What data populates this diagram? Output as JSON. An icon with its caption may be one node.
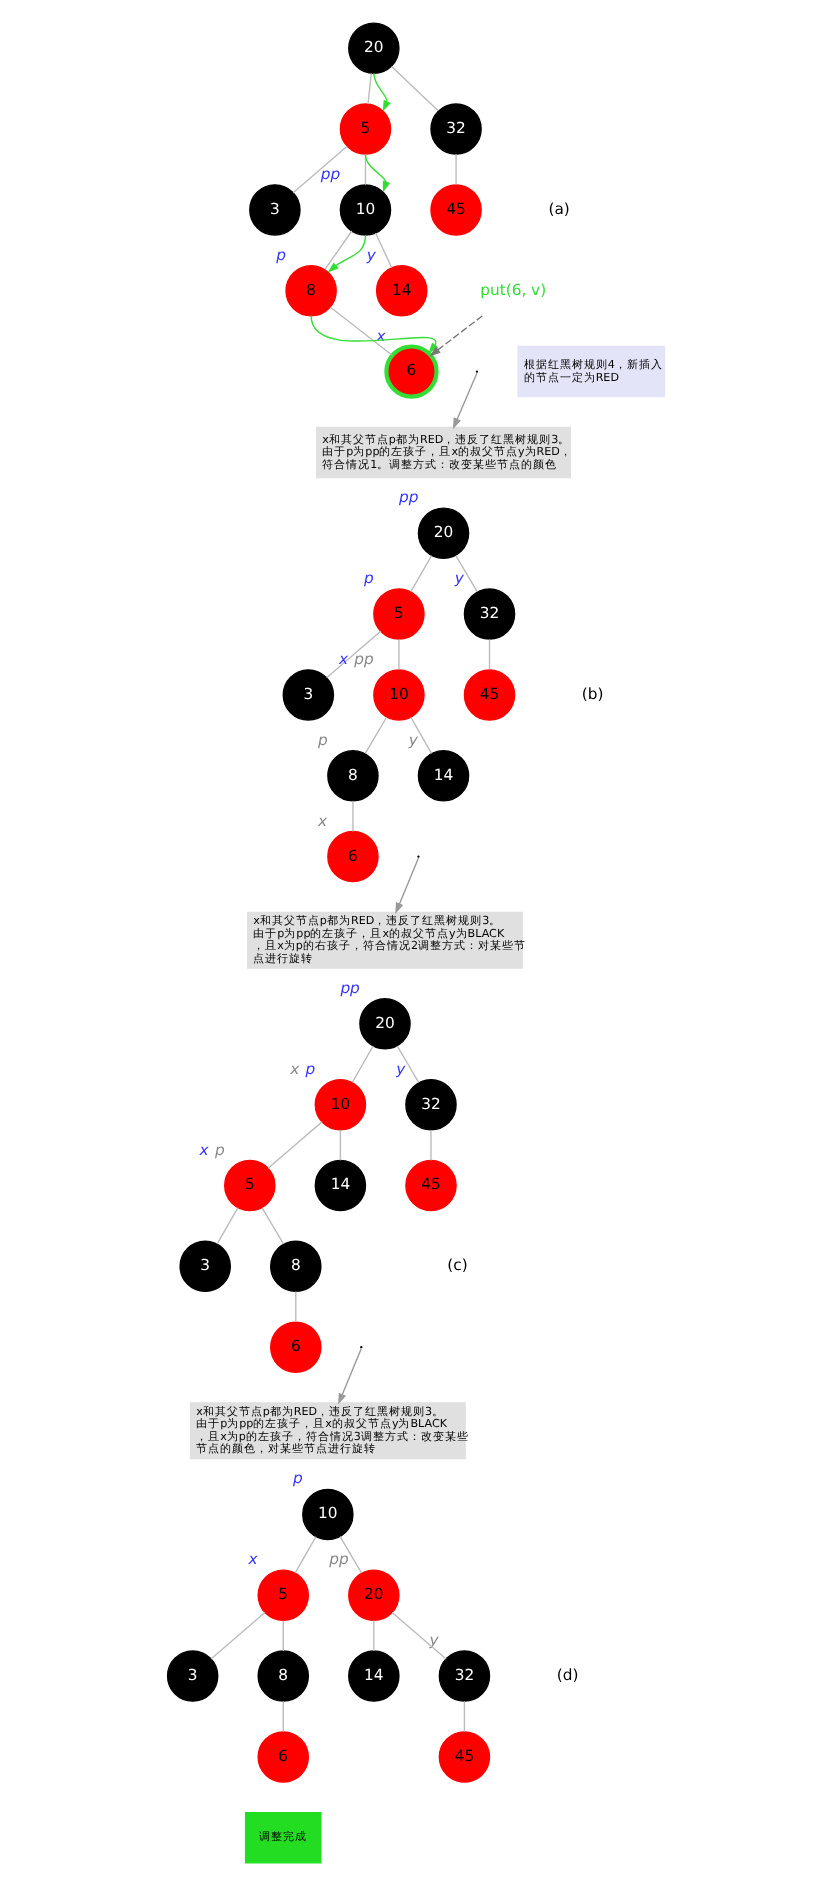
{
  "diagram": {
    "nodes": [
      {
        "text": [
          "20"
        ]
      },
      {
        "text": [
          "5"
        ]
      },
      {
        "text": [
          "32"
        ]
      },
      {
        "text": [
          "3"
        ]
      },
      {
        "text": [
          "10"
        ],
        "beside": [
          "pp"
        ]
      },
      {
        "text": [
          "45"
        ]
      },
      {
        "text": [
          "8"
        ],
        "beside": [
          "p"
        ]
      },
      {
        "text": [
          "14"
        ],
        "beside": [
          "y"
        ]
      },
      {
        "text": [
          "6"
        ],
        "beside": [
          "x"
        ]
      },
      {
        "text": [
          "put(6, v)"
        ]
      },
      {
        "text": [
          "根据红黑树规则4，新插入的节点一定为RED"
        ]
      },
      {
        "text": [
          "x和其父节点p都为RED，违反了红黑树规则3。由于p为pp的左孩子，且x的叔父节点y为RED，符合情况1。调整方式：改变某些节点的颜色"
        ]
      },
      {
        "text": [
          "20"
        ],
        "beside": [
          "pp"
        ]
      },
      {
        "text": [
          "5"
        ],
        "beside": [
          "p"
        ]
      },
      {
        "text": [
          "32"
        ],
        "beside": [
          "y"
        ]
      },
      {
        "text": [
          "3"
        ]
      },
      {
        "text": [
          "10"
        ],
        "beside": [
          "x",
          "pp"
        ]
      },
      {
        "text": [
          "45"
        ]
      },
      {
        "text": [
          "8"
        ],
        "beside": [
          "p"
        ]
      },
      {
        "text": [
          "14"
        ],
        "beside": [
          "y"
        ]
      },
      {
        "text": [
          "6"
        ],
        "beside": [
          "x"
        ]
      },
      {
        "text": [
          "x和其父节点p都为RED，违反了红黑树规则3。由于p为pp的左孩子，且x的叔父节点y为BLACK，且x为p的右孩子，符合情况2调整方式：对某些节点进行旋转"
        ]
      },
      {
        "text": [
          "20"
        ],
        "beside": [
          "pp"
        ]
      },
      {
        "text": [
          "10"
        ],
        "beside": [
          "x",
          "p"
        ]
      },
      {
        "text": [
          "32"
        ],
        "beside": [
          "y"
        ]
      },
      {
        "text": [
          "5"
        ],
        "beside": [
          "x",
          "p"
        ]
      },
      {
        "text": [
          "14"
        ]
      },
      {
        "text": [
          "45"
        ]
      },
      {
        "text": [
          "3"
        ]
      },
      {
        "text": [
          "8"
        ]
      },
      {
        "text": [
          "6"
        ]
      },
      {
        "text": [
          "x和其父节点p都为RED，违反了红黑树规则3。由于p为pp的左孩子，且x的叔父节点y为BLACK，且x为p的左孩子，符合情况3调整方式：改变某些节点的颜色，对某些节点进行旋转"
        ]
      },
      {
        "text": [
          "10"
        ],
        "beside": [
          "p"
        ]
      },
      {
        "text": [
          "5"
        ],
        "beside": [
          "x"
        ]
      },
      {
        "text": [
          "20"
        ],
        "beside": [
          "pp"
        ]
      },
      {
        "text": [
          "3"
        ]
      },
      {
        "text": [
          "8"
        ]
      },
      {
        "text": [
          "14"
        ]
      },
      {
        "text": [
          "32"
        ],
        "beside": [
          "y"
        ]
      },
      {
        "text": [
          "6"
        ]
      },
      {
        "text": [
          "45"
        ]
      },
      {
        "text": [
          "调整完成"
        ]
      }
    ],
    "edges": [
      {
        "from": 0,
        "to": 1,
        "arrow": "none"
      },
      {
        "from": 0,
        "to": 2,
        "arrow": "none"
      },
      {
        "from": 1,
        "to": 3,
        "arrow": "none"
      },
      {
        "from": 1,
        "to": 4,
        "arrow": "none"
      },
      {
        "from": 2,
        "to": 5,
        "arrow": "none"
      },
      {
        "from": 4,
        "to": 6,
        "arrow": "none"
      },
      {
        "from": 4,
        "to": 7,
        "arrow": "none"
      },
      {
        "from": 6,
        "to": 8,
        "arrow": "none"
      },
      {
        "from": 0,
        "to": 1,
        "arrow": "to",
        "color": "#33dd33"
      },
      {
        "from": 1,
        "to": 4,
        "arrow": "to",
        "color": "#33dd33"
      },
      {
        "from": 4,
        "to": 6,
        "arrow": "to",
        "color": "#33dd33"
      },
      {
        "from": 6,
        "to": 8,
        "arrow": "to",
        "color": "#33dd33"
      },
      {
        "from": 9,
        "to": 8,
        "arrow": "to",
        "style": "dashed",
        "color": "#777777"
      },
      {
        "from": null,
        "to": 11,
        "arrow": "to"
      },
      {
        "from": 12,
        "to": 13,
        "arrow": "none"
      },
      {
        "from": 12,
        "to": 14,
        "arrow": "none"
      },
      {
        "from": 13,
        "to": 15,
        "arrow": "none"
      },
      {
        "from": 13,
        "to": 16,
        "arrow": "none"
      },
      {
        "from": 14,
        "to": 17,
        "arrow": "none"
      },
      {
        "from": 16,
        "to": 18,
        "arrow": "none"
      },
      {
        "from": 16,
        "to": 19,
        "arrow": "none"
      },
      {
        "from": 18,
        "to": 20,
        "arrow": "none"
      },
      {
        "from": null,
        "to": 21,
        "arrow": "to"
      },
      {
        "from": 22,
        "to": 23,
        "arrow": "none"
      },
      {
        "from": 22,
        "to": 24,
        "arrow": "none"
      },
      {
        "from": 23,
        "to": 25,
        "arrow": "none"
      },
      {
        "from": 23,
        "to": 26,
        "arrow": "none"
      },
      {
        "from": 24,
        "to": 27,
        "arrow": "none"
      },
      {
        "from": 25,
        "to": 28,
        "arrow": "none"
      },
      {
        "from": 25,
        "to": 29,
        "arrow": "none"
      },
      {
        "from": 29,
        "to": 30,
        "arrow": "none"
      },
      {
        "from": null,
        "to": 31,
        "arrow": "to"
      },
      {
        "from": 32,
        "to": 33,
        "arrow": "none"
      },
      {
        "from": 32,
        "to": 34,
        "arrow": "none"
      },
      {
        "from": 33,
        "to": 35,
        "arrow": "none"
      },
      {
        "from": 33,
        "to": 36,
        "arrow": "none"
      },
      {
        "from": 34,
        "to": 37,
        "arrow": "none"
      },
      {
        "from": 34,
        "to": 38,
        "arrow": "none"
      },
      {
        "from": 36,
        "to": 39,
        "arrow": "none"
      },
      {
        "from": 38,
        "to": 40,
        "arrow": "none"
      }
    ],
    "labels": [
      "(a)",
      "(b)",
      "(c)",
      "(d)"
    ]
  }
}
